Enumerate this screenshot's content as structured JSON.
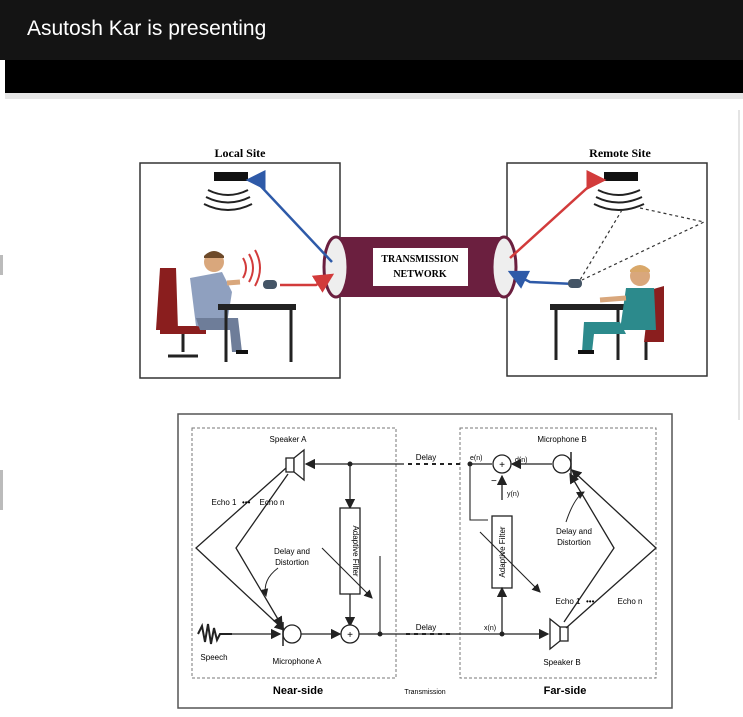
{
  "meeting": {
    "presenter_text": "Asutosh Kar is presenting"
  },
  "top_figure": {
    "local_site": "Local Site",
    "remote_site": "Remote Site",
    "network_line1": "TRANSMISSION",
    "network_line2": "NETWORK"
  },
  "bottom_figure": {
    "speaker_a": "Speaker A",
    "echo_1_left": "Echo 1",
    "echo_n_left": "Echo n",
    "adaptive_filter": "Adaptive Filter",
    "delay_distortion_left_1": "Delay and",
    "delay_distortion_left_2": "Distortion",
    "speech": "Speech",
    "microphone_a": "Microphone A",
    "near_side": "Near-side",
    "transmission": "Transmission",
    "far_side": "Far-side",
    "delay_top": "Delay",
    "delay_bottom": "Delay",
    "e_n": "e(n)",
    "d_n": "d(n)",
    "y_n": "y(n)",
    "x_n": "x(n)",
    "microphone_b": "Microphone B",
    "delay_distortion_right_1": "Delay and",
    "delay_distortion_right_2": "Distortion",
    "echo_1_right": "Echo 1",
    "echo_n_right": "Echo n",
    "speaker_b": "Speaker B",
    "plus": "+",
    "minus": "−"
  }
}
